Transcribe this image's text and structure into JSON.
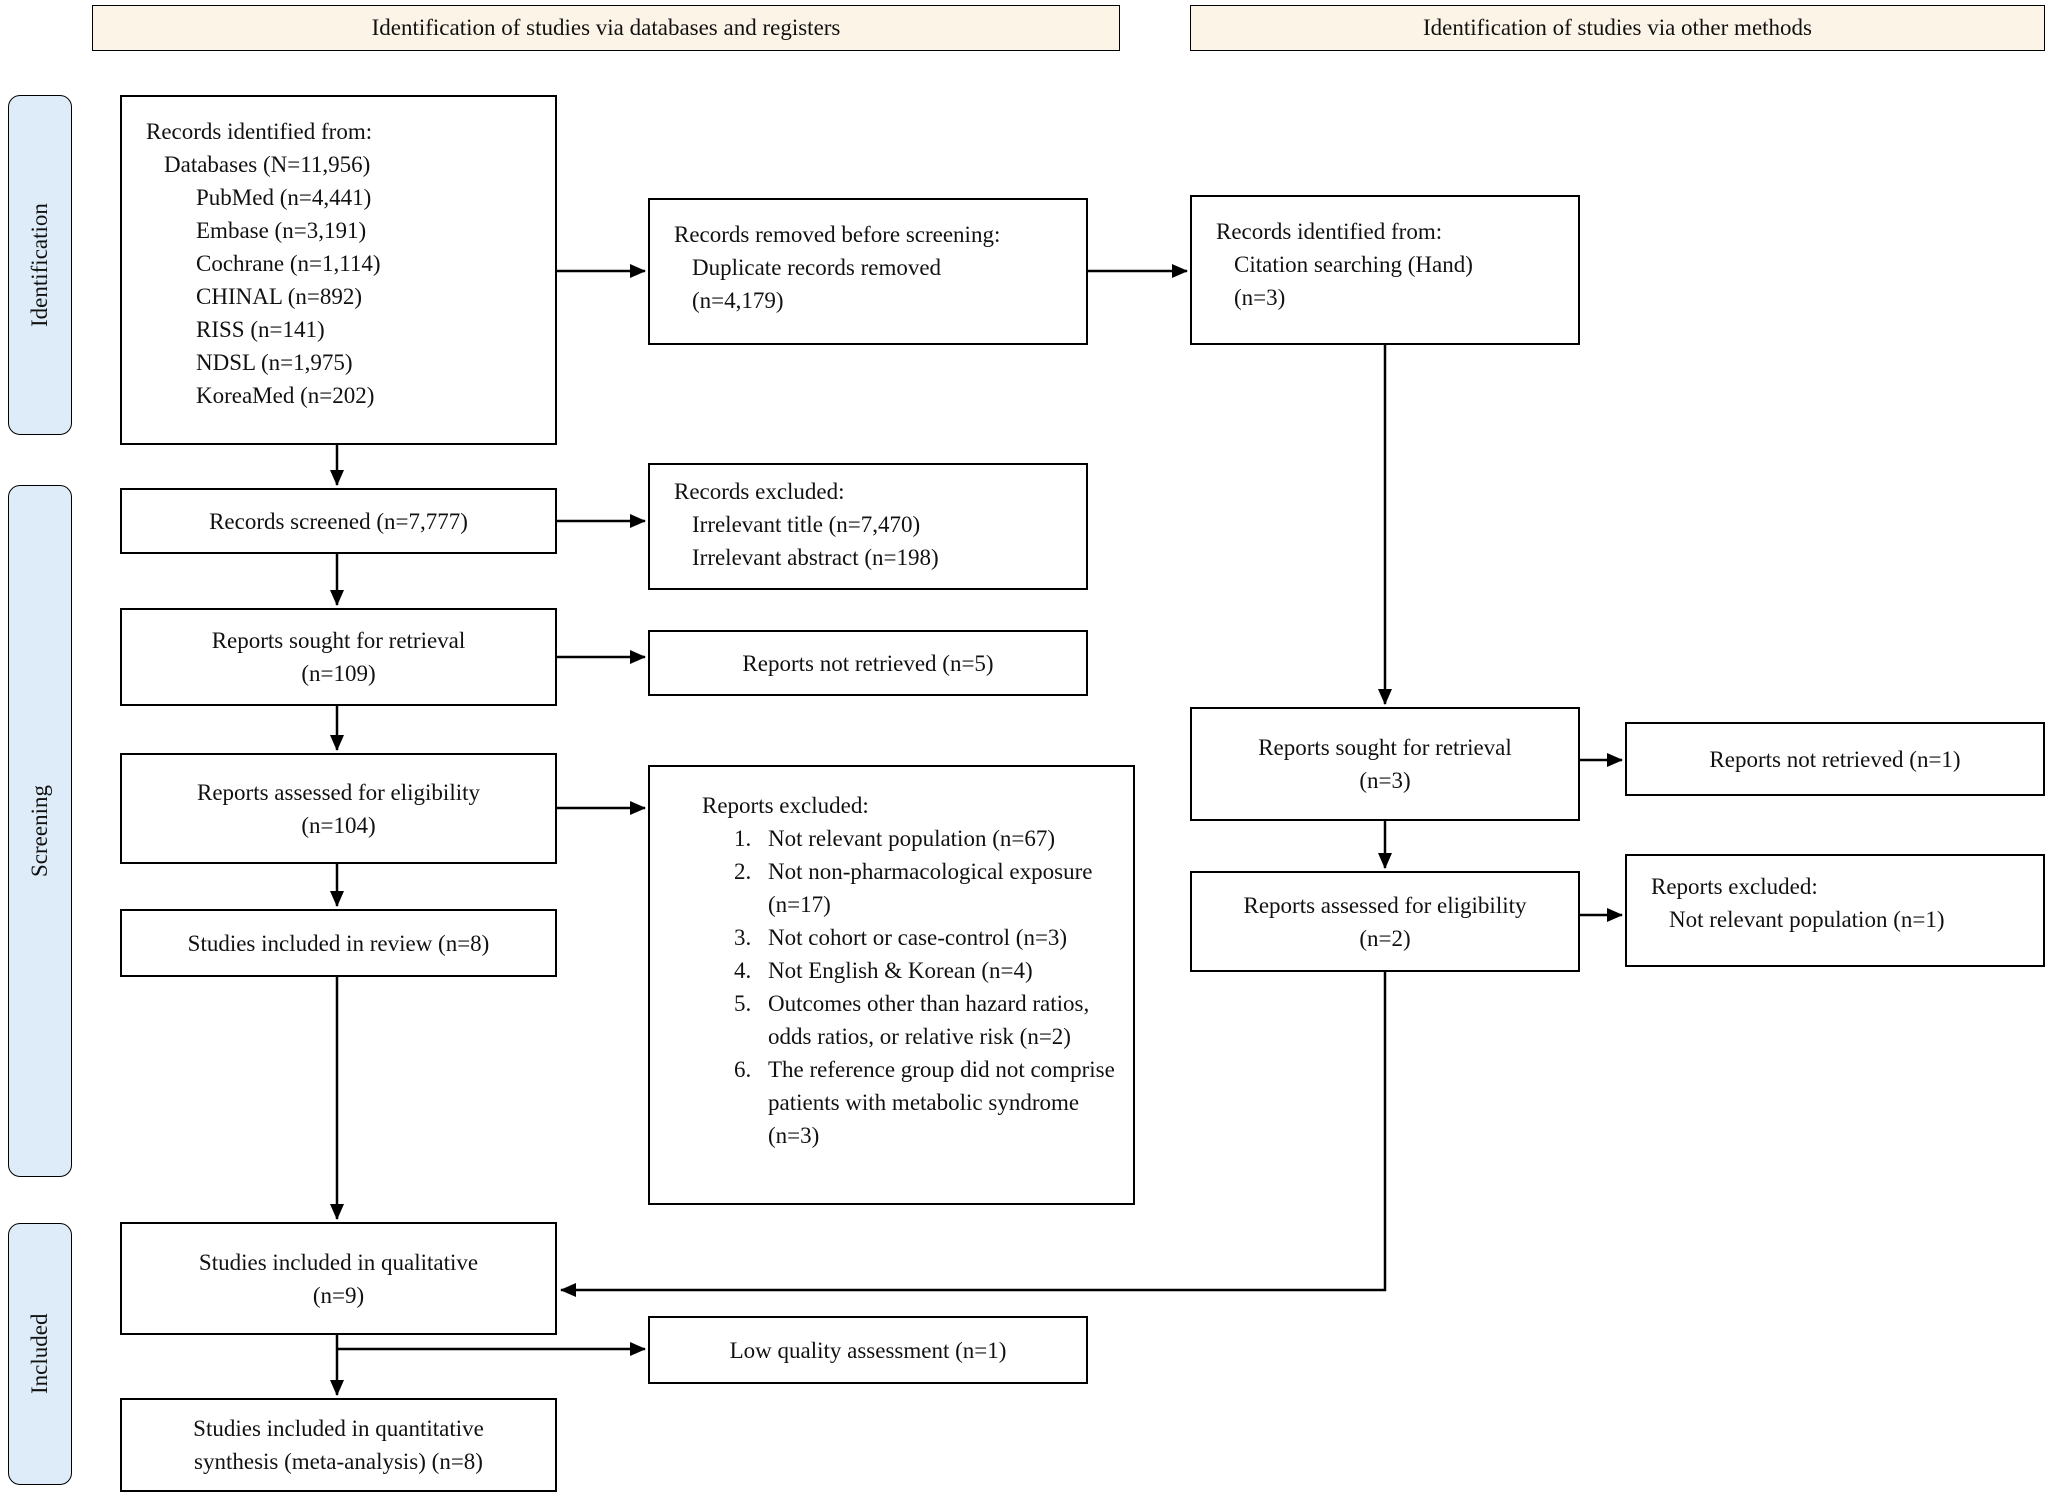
{
  "headers": {
    "left": "Identification of studies via databases and registers",
    "right": "Identification of studies via other methods"
  },
  "stages": {
    "identification": "Identification",
    "screening": "Screening",
    "included": "Included"
  },
  "left_col": {
    "records_identified": {
      "title": "Records identified from:",
      "subtitle": "Databases (N=11,956)",
      "databases": [
        "PubMed (n=4,441)",
        "Embase (n=3,191)",
        "Cochrane (n=1,114)",
        "CHINAL (n=892)",
        "RISS (n=141)",
        "NDSL (n=1,975)",
        "KoreaMed (n=202)"
      ]
    },
    "records_screened": "Records screened (n=7,777)",
    "reports_sought": {
      "line1": "Reports sought for retrieval",
      "line2": "(n=109)"
    },
    "reports_assessed": {
      "line1": "Reports assessed for eligibility",
      "line2": "(n=104)"
    },
    "studies_review": "Studies included in review (n=8)",
    "studies_qualitative": {
      "line1": "Studies included in qualitative",
      "line2": "(n=9)"
    },
    "studies_quantitative": {
      "line1": "Studies included in quantitative",
      "line2": "synthesis (meta-analysis) (n=8)"
    }
  },
  "mid_col": {
    "records_removed": {
      "title": "Records removed before screening:",
      "line2": "Duplicate records removed",
      "line3": "(n=4,179)"
    },
    "records_excluded": {
      "title": "Records excluded:",
      "line2": "Irrelevant title (n=7,470)",
      "line3": "Irrelevant abstract (n=198)"
    },
    "reports_not_retrieved": "Reports not retrieved (n=5)",
    "reports_excluded": {
      "title": "Reports excluded:",
      "items": [
        {
          "num": "1.",
          "text": "Not relevant population (n=67)"
        },
        {
          "num": "2.",
          "text": "Not non-pharmacological exposure (n=17)"
        },
        {
          "num": "3.",
          "text": "Not cohort or case-control (n=3)"
        },
        {
          "num": "4.",
          "text": "Not English & Korean (n=4)"
        },
        {
          "num": "5.",
          "text": "Outcomes other than hazard ratios, odds ratios, or relative risk (n=2)"
        },
        {
          "num": "6.",
          "text": "The reference group did not comprise patients with metabolic syndrome (n=3)"
        }
      ]
    },
    "low_quality": "Low quality assessment (n=1)"
  },
  "right_col": {
    "records_identified": {
      "title": "Records identified from:",
      "line2": "Citation searching (Hand)",
      "line3": "(n=3)"
    },
    "reports_sought": {
      "line1": "Reports sought for retrieval",
      "line2": "(n=3)"
    },
    "reports_not_retrieved": "Reports not retrieved (n=1)",
    "reports_assessed": {
      "line1": "Reports assessed for eligibility",
      "line2": "(n=2)"
    },
    "reports_excluded": {
      "title": "Reports excluded:",
      "line2": "Not relevant population (n=1)"
    }
  },
  "colors": {
    "header_bg": "#fdf4e8",
    "stage_bg": "#ddecf8",
    "border": "#000000"
  }
}
